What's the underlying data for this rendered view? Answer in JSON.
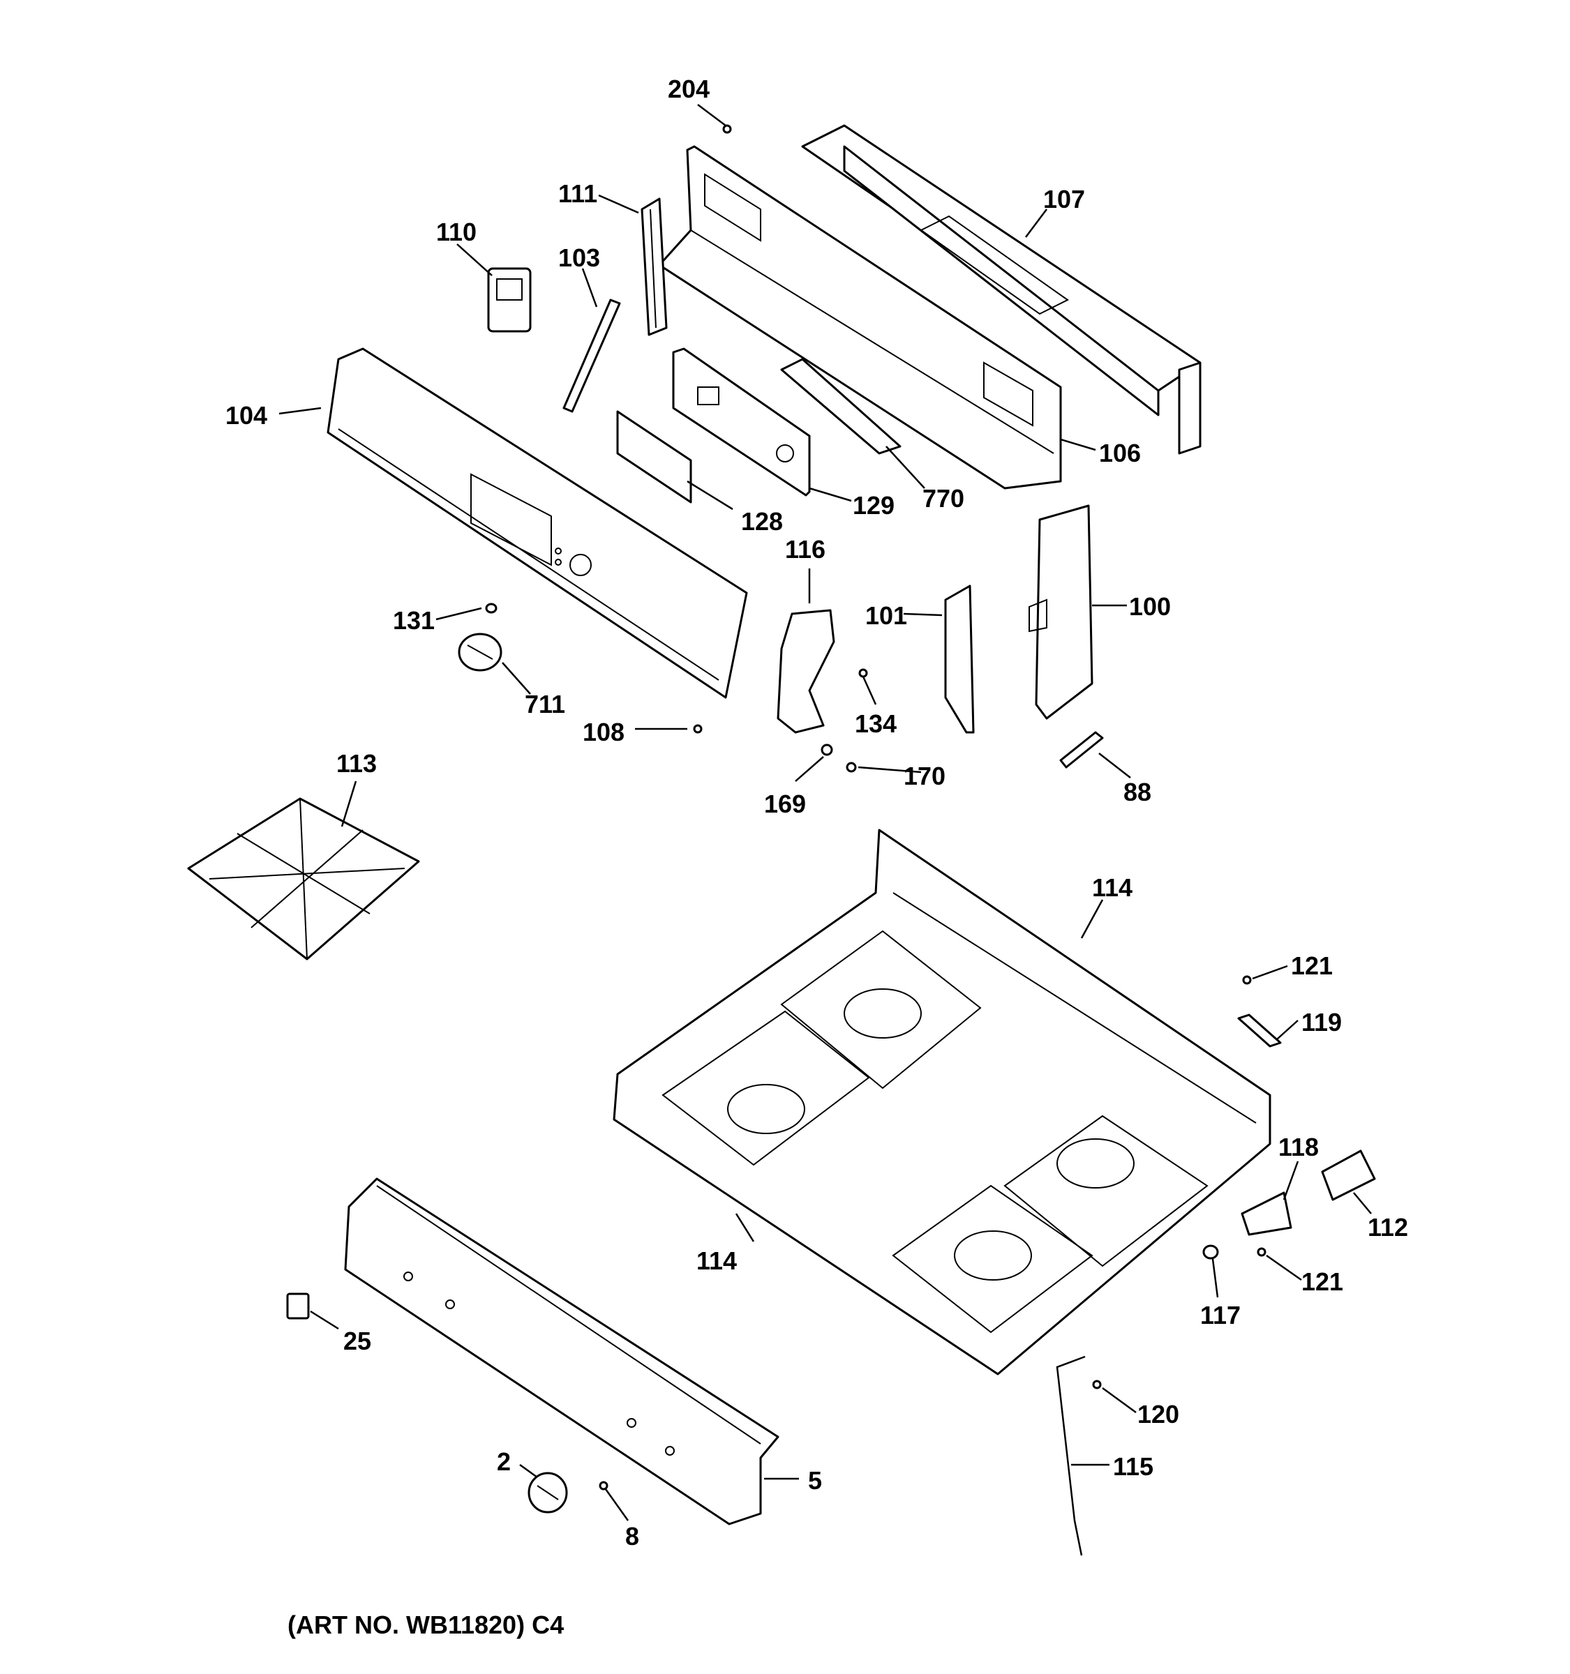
{
  "caption": "(ART NO. WB11820) C4",
  "callouts": [
    {
      "id": "204",
      "text": "204"
    },
    {
      "id": "107",
      "text": "107"
    },
    {
      "id": "111",
      "text": "111"
    },
    {
      "id": "110",
      "text": "110"
    },
    {
      "id": "103",
      "text": "103"
    },
    {
      "id": "104",
      "text": "104"
    },
    {
      "id": "106",
      "text": "106"
    },
    {
      "id": "770",
      "text": "770"
    },
    {
      "id": "129",
      "text": "129"
    },
    {
      "id": "128",
      "text": "128"
    },
    {
      "id": "116",
      "text": "116"
    },
    {
      "id": "131",
      "text": "131"
    },
    {
      "id": "711",
      "text": "711"
    },
    {
      "id": "101",
      "text": "101"
    },
    {
      "id": "100",
      "text": "100"
    },
    {
      "id": "108",
      "text": "108"
    },
    {
      "id": "134",
      "text": "134"
    },
    {
      "id": "170",
      "text": "170"
    },
    {
      "id": "169",
      "text": "169"
    },
    {
      "id": "88",
      "text": "88"
    },
    {
      "id": "113",
      "text": "113"
    },
    {
      "id": "114a",
      "text": "114"
    },
    {
      "id": "121a",
      "text": "121"
    },
    {
      "id": "119",
      "text": "119"
    },
    {
      "id": "118",
      "text": "118"
    },
    {
      "id": "112",
      "text": "112"
    },
    {
      "id": "114b",
      "text": "114"
    },
    {
      "id": "121b",
      "text": "121"
    },
    {
      "id": "117",
      "text": "117"
    },
    {
      "id": "25",
      "text": "25"
    },
    {
      "id": "120",
      "text": "120"
    },
    {
      "id": "115",
      "text": "115"
    },
    {
      "id": "2",
      "text": "2"
    },
    {
      "id": "5",
      "text": "5"
    },
    {
      "id": "8",
      "text": "8"
    }
  ]
}
